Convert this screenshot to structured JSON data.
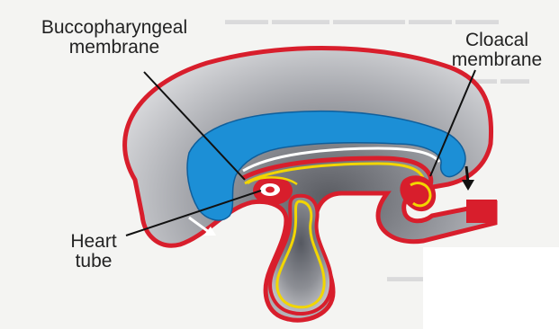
{
  "labels": {
    "buccopharyngeal_line1": "Buccopharyngeal",
    "buccopharyngeal_line2": "membrane",
    "cloacal_line1": "Cloacal",
    "cloacal_line2": "membrane",
    "heart_line1": "Heart",
    "heart_line2": "tube"
  },
  "colors": {
    "ectoderm": "#d81e2c",
    "endoderm": "#f2d600",
    "amniotic_cavity": "#1c8fd6",
    "yolk_sac": "#8a8c92",
    "body_shading": "#c9cacd",
    "heart": "#d81e2c"
  }
}
